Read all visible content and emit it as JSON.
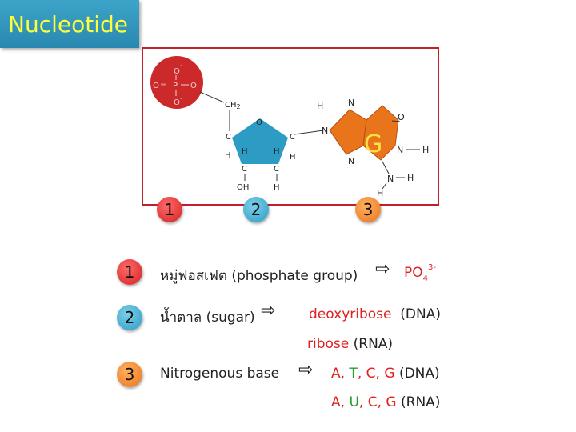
{
  "title": "Nucleotide",
  "diagram": {
    "phosphate": {
      "P": "P",
      "O_top": "O",
      "O_left": "O",
      "O_right": "O",
      "O_bottom": "O",
      "minus": "-",
      "eq": "="
    },
    "sugar": {
      "CH2": "CH",
      "CH2_sub": "2",
      "O_ring": "O",
      "C": "C",
      "H": "H",
      "OH": "OH"
    },
    "base": {
      "letter": "G",
      "N": "N",
      "O": "O",
      "H": "H"
    },
    "markers": [
      "1",
      "2",
      "3"
    ]
  },
  "legend": {
    "row1": {
      "number": "1",
      "label": "หมู่ฟอสเฟต (phosphate group)",
      "formula": "PO",
      "formula_sub": "4",
      "formula_sup": "3-"
    },
    "row2": {
      "number": "2",
      "label": "น้ำตาล (sugar)",
      "value1": "deoxyribose",
      "value1_suffix": "(DNA)",
      "value2": "ribose",
      "value2_suffix": "(RNA)"
    },
    "row3": {
      "number": "3",
      "label": "Nitrogenous base",
      "dna_bases": [
        "A",
        "T",
        "C",
        "G"
      ],
      "dna_suffix": "(DNA)",
      "rna_bases": [
        "A",
        "U",
        "C",
        "G"
      ],
      "rna_suffix": "(RNA)",
      "comma": ", "
    }
  },
  "colors": {
    "title_bg": "#2a88b0",
    "title_text": "#ffff3c",
    "phosphate": "#cc2a2a",
    "sugar": "#2d9cc5",
    "base": "#e8741c",
    "frame": "#c0202a",
    "value_red": "#e02020",
    "value_green": "#2a9a2a"
  }
}
